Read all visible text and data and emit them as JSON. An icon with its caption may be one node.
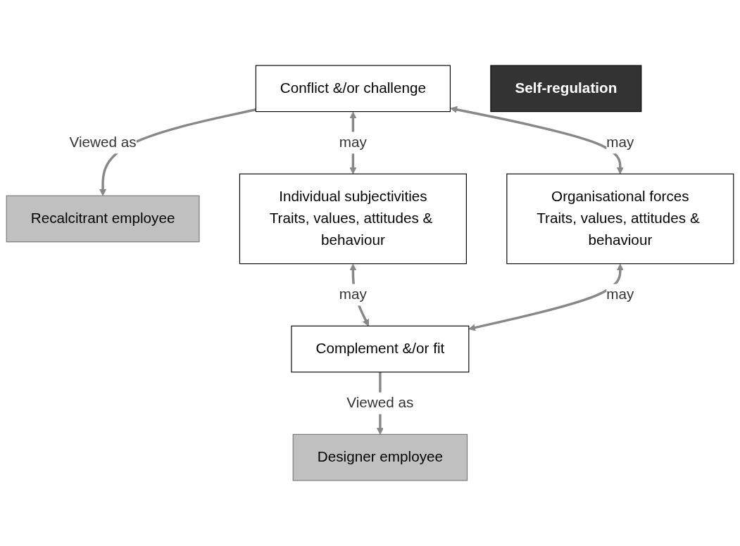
{
  "diagram": {
    "nodes": [
      {
        "text": [
          "Recalcitrant employee"
        ]
      },
      {
        "text": [
          "Conflict &/or challenge"
        ]
      },
      {
        "text": [
          "Individual subjectivities",
          "Traits, values, attitudes & behaviour"
        ]
      },
      {
        "text": [
          "Self-regulation"
        ]
      },
      {
        "text": [
          "Organisational forces",
          "Traits, values, attitudes & behaviour"
        ]
      },
      {
        "text": [
          "Complement &/or fit"
        ]
      },
      {
        "text": [
          "Designer employee"
        ]
      }
    ],
    "edges": [
      {
        "from": 1,
        "to": 0,
        "arrow": "to",
        "label": "Viewed as"
      },
      {
        "from": 1,
        "to": 2,
        "arrow": "both",
        "label": "may"
      },
      {
        "from": 1,
        "to": 4,
        "arrow": "both",
        "label": "may"
      },
      {
        "from": 2,
        "to": 5,
        "arrow": "both",
        "label": "may"
      },
      {
        "from": 4,
        "to": 5,
        "arrow": "both",
        "label": "may"
      },
      {
        "from": 5,
        "to": 6,
        "arrow": "to",
        "label": "Viewed as"
      }
    ]
  }
}
